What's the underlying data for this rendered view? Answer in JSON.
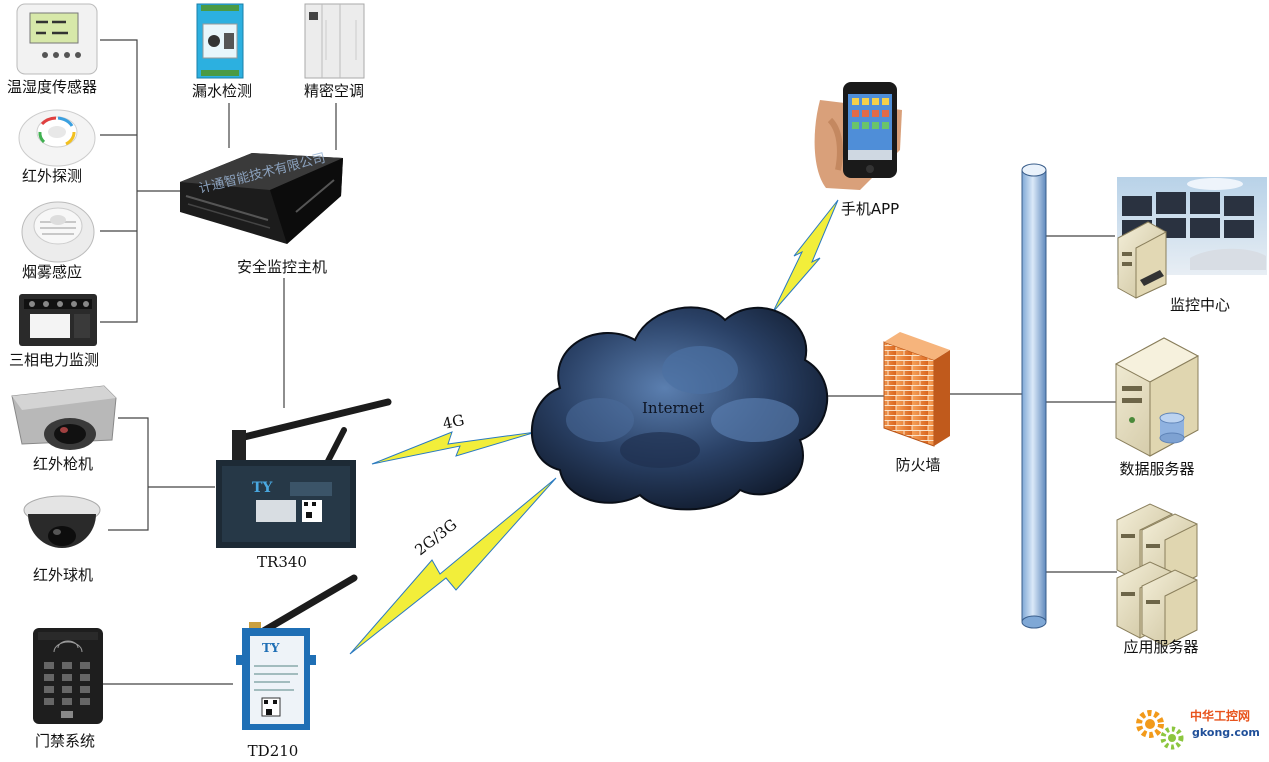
{
  "devices": {
    "temp_humidity": "温湿度传感器",
    "infrared_detect": "红外探测",
    "smoke": "烟雾感应",
    "power_monitor": "三相电力监测",
    "leak_detect": "漏水检测",
    "precision_ac": "精密空调",
    "monitor_host": "安全监控主机",
    "ir_bullet_cam": "红外枪机",
    "ir_dome_cam": "红外球机",
    "access_control": "门禁系统",
    "router_tr340": "TR340",
    "router_td210": "TD210",
    "mobile_app": "手机APP",
    "firewall": "防火墙",
    "monitor_center": "监控中心",
    "data_server": "数据服务器",
    "app_server": "应用服务器"
  },
  "network": {
    "internet": "Internet",
    "link_4g": "4G",
    "link_2g3g": "2G/3G"
  },
  "watermark": {
    "brand": "中华工控网",
    "domain": "gkong.com",
    "host_engraving": "计通智能技术有限公司"
  }
}
